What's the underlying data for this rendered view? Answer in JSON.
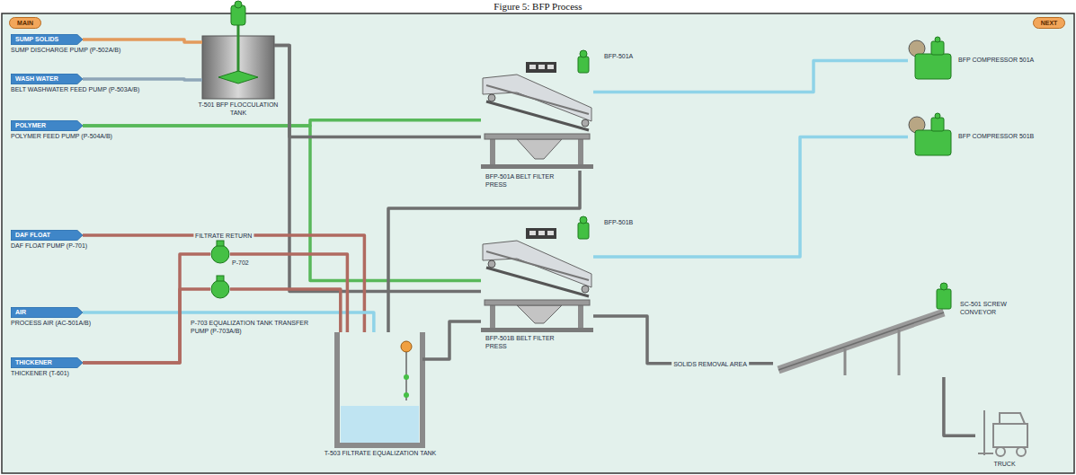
{
  "diagram": {
    "title": "Figure 5: BFP Process",
    "nodes": [
      {
        "text": [
          "MAIN"
        ]
      },
      {
        "text": [
          "NEXT"
        ]
      },
      {
        "text": [
          "SUMP SOLIDS",
          "SUMP DISCHARGE PUMP (P-502A/B)"
        ]
      },
      {
        "text": [
          "WASH WATER",
          "BELT WASHWATER FEED PUMP (P-503A/B)"
        ]
      },
      {
        "text": [
          "POLYMER",
          "POLYMER FEED PUMP (P-504A/B)"
        ]
      },
      {
        "text": [
          "DAF FLOAT",
          "DAF FLOAT PUMP (P-701)"
        ]
      },
      {
        "text": [
          "AIR",
          "PROCESS AIR (AC-501A/B)"
        ]
      },
      {
        "text": [
          "THICKENER",
          "THICKENER (T-601)"
        ]
      },
      {
        "text": [
          "T-501 BFP FLOCCULATION TANK"
        ]
      },
      {
        "text": [
          "BFP-501A BELT FILTER PRESS"
        ]
      },
      {
        "text": [
          "BFP-501B BELT FILTER PRESS"
        ]
      },
      {
        "text": [
          "BFP COMPRESSOR 501A"
        ]
      },
      {
        "text": [
          "BFP COMPRESSOR 501B"
        ]
      },
      {
        "text": [
          "P-702"
        ]
      },
      {
        "text": [
          "P-703 EQUALIZATION TANK TRANSFER PUMP (P-703A/B)"
        ]
      },
      {
        "text": [
          "T-503 FILTRATE EQUALIZATION TANK"
        ]
      },
      {
        "text": [
          "SC-501 SCREW CONVEYOR"
        ]
      },
      {
        "text": [
          "TRUCK"
        ]
      }
    ],
    "edges": [
      {
        "from": 2,
        "to": 8,
        "arrow": "none"
      },
      {
        "from": 3,
        "to": 8,
        "arrow": "none"
      },
      {
        "from": 4,
        "to": 9,
        "arrow": "none"
      },
      {
        "from": 4,
        "to": 10,
        "arrow": "none"
      },
      {
        "from": 8,
        "to": 9,
        "arrow": "none"
      },
      {
        "from": 8,
        "to": 10,
        "arrow": "none"
      },
      {
        "from": 5,
        "to": 15,
        "label": "FILTRATE RETURN",
        "arrow": "none"
      },
      {
        "from": 6,
        "to": 15,
        "arrow": "none"
      },
      {
        "from": 7,
        "to": 13,
        "arrow": "none"
      },
      {
        "from": 7,
        "to": 14,
        "arrow": "none"
      },
      {
        "from": 13,
        "to": 15,
        "arrow": "none"
      },
      {
        "from": 14,
        "to": 15,
        "arrow": "none"
      },
      {
        "from": 9,
        "to": 15,
        "arrow": "none"
      },
      {
        "from": 10,
        "to": 15,
        "arrow": "none"
      },
      {
        "from": 11,
        "to": 9,
        "arrow": "none"
      },
      {
        "from": 12,
        "to": 10,
        "arrow": "none"
      },
      {
        "from": 10,
        "to": 16,
        "label": "SOLIDS REMOVAL AREA",
        "arrow": "none"
      },
      {
        "from": 16,
        "to": 17,
        "arrow": "none"
      }
    ],
    "labels": [
      "BFP-501A",
      "BFP-501B"
    ]
  }
}
